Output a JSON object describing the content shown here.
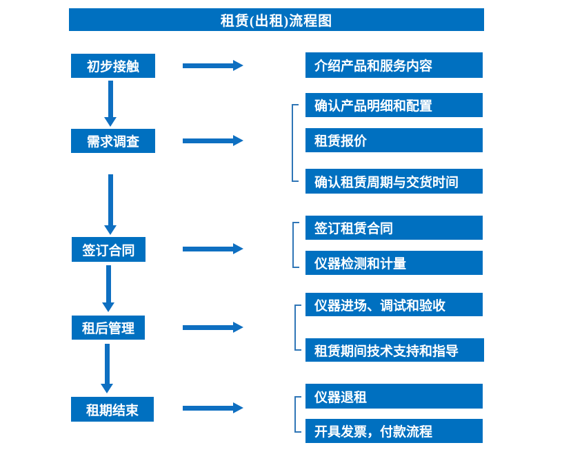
{
  "title": "租赁(出租)流程图",
  "colors": {
    "box_blue": "#0070c0",
    "arrow_blue": "#0e6fc1",
    "bracket_blue": "#2e75b6",
    "text_white": "#ffffff"
  },
  "steps": [
    {
      "label": "初步接触",
      "outputs": [
        "介绍产品和服务内容"
      ]
    },
    {
      "label": "需求调查",
      "outputs": [
        "确认产品明细和配置",
        "租赁报价",
        "确认租赁周期与交货时间"
      ]
    },
    {
      "label": "签订合同",
      "outputs": [
        "签订租赁合同",
        "仪器检测和计量"
      ]
    },
    {
      "label": "租后管理",
      "outputs": [
        "仪器进场、调试和验收",
        "租赁期间技术支持和指导"
      ]
    },
    {
      "label": "租期结束",
      "outputs": [
        "仪器退租",
        "开具发票，付款流程"
      ]
    }
  ]
}
